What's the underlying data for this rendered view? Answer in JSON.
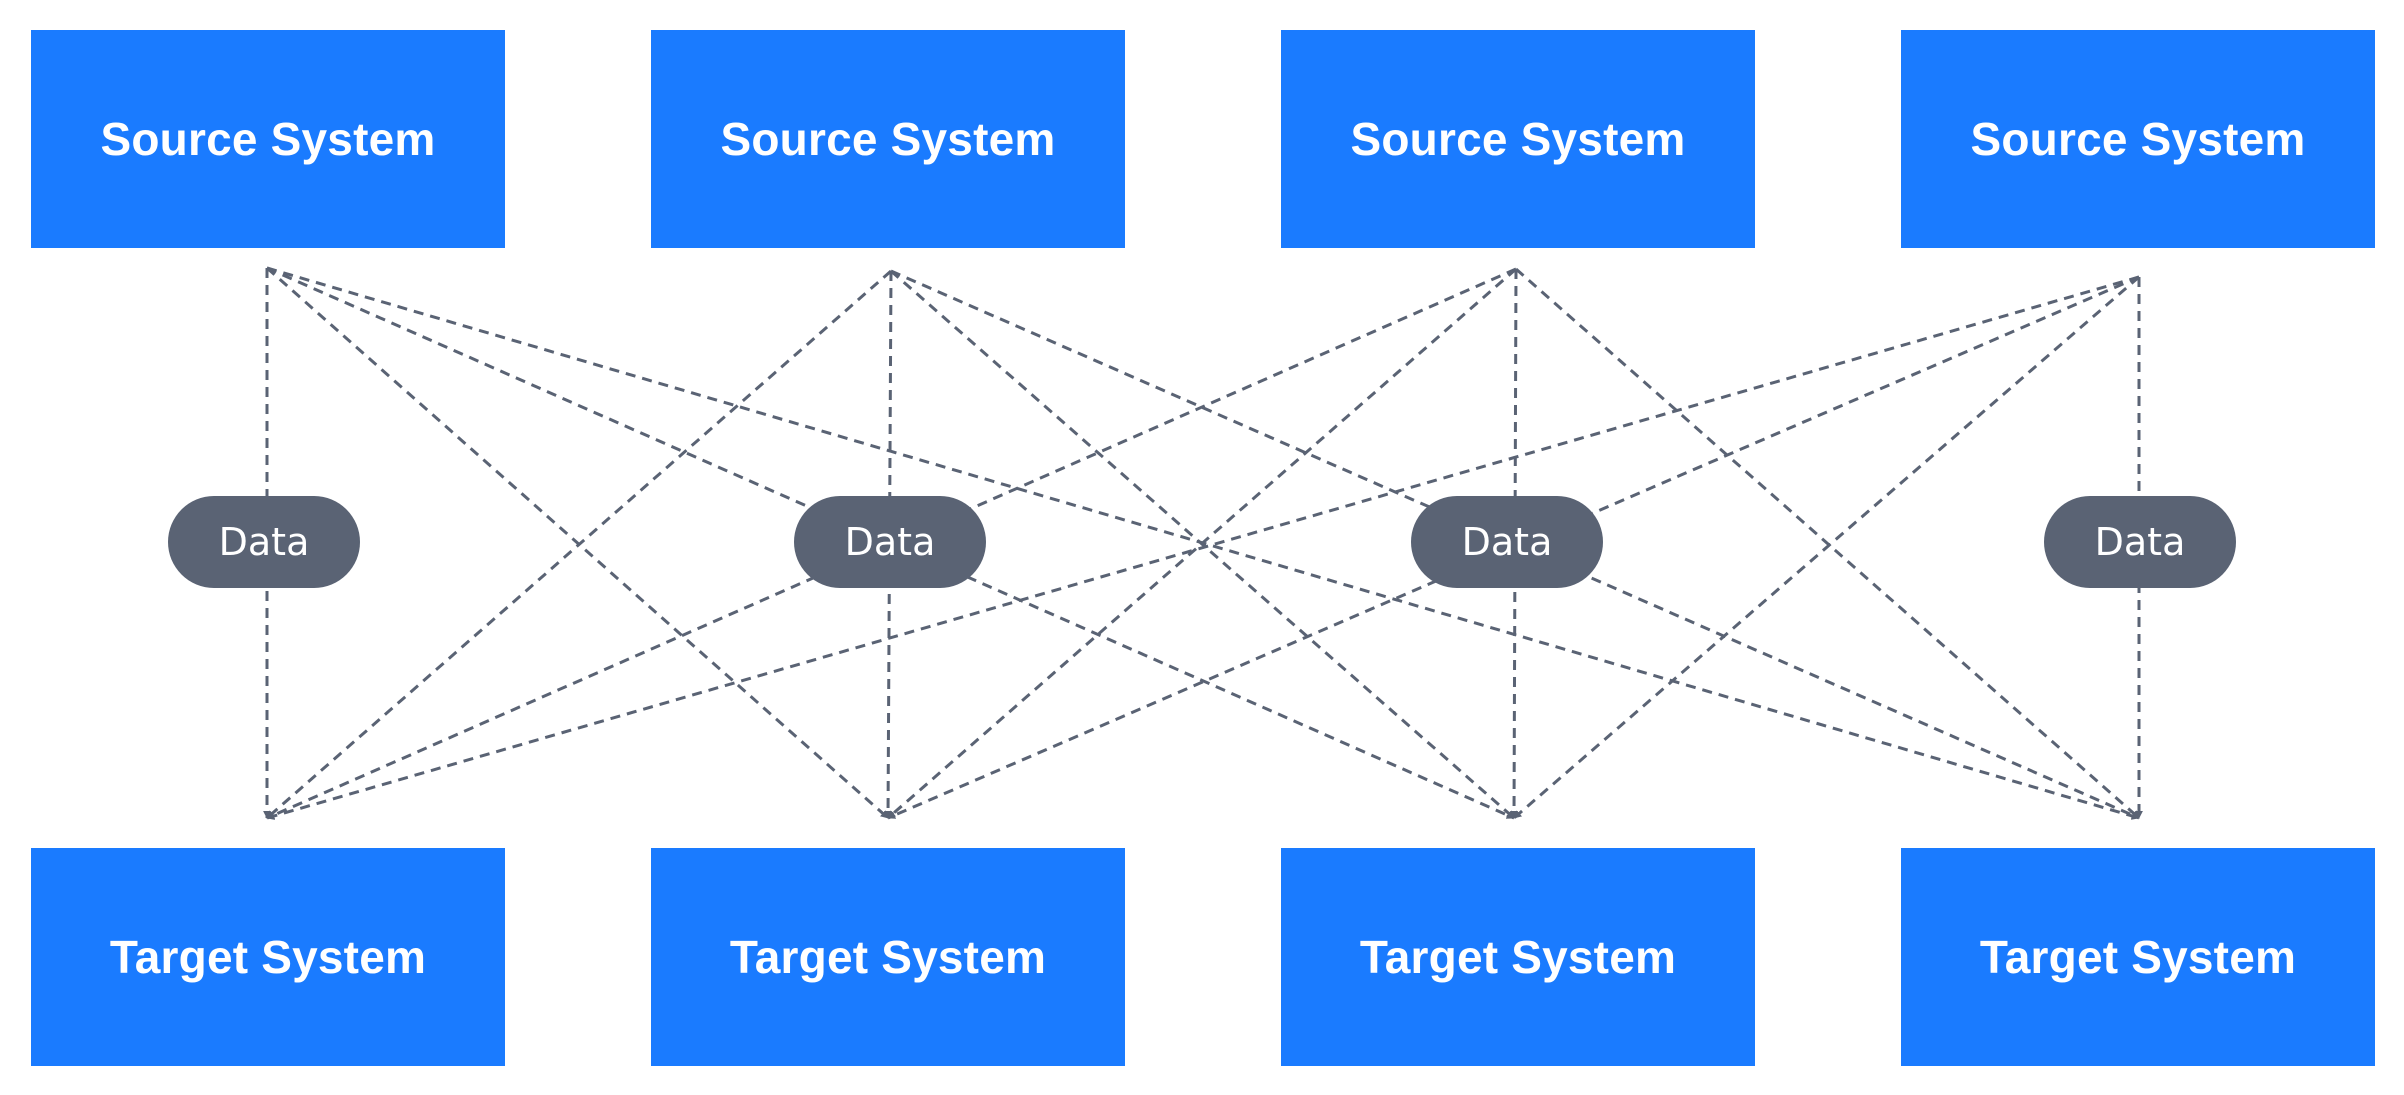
{
  "colors": {
    "box_fill": "#1a7bff",
    "box_text": "#ffffff",
    "connector": "#5a6374",
    "pill_fill": "#5a6374",
    "pill_text": "#ffffff",
    "background": "#ffffff"
  },
  "sources": [
    {
      "label": "Source System"
    },
    {
      "label": "Source System"
    },
    {
      "label": "Source System"
    },
    {
      "label": "Source System"
    }
  ],
  "targets": [
    {
      "label": "Target System"
    },
    {
      "label": "Target System"
    },
    {
      "label": "Target System"
    },
    {
      "label": "Target System"
    }
  ],
  "data_pills": [
    {
      "label": "Data"
    },
    {
      "label": "Data"
    },
    {
      "label": "Data"
    },
    {
      "label": "Data"
    }
  ],
  "connections": "every source to every target",
  "connector_style": "dashed",
  "arrowhead_icon": "arrow-down-icon"
}
